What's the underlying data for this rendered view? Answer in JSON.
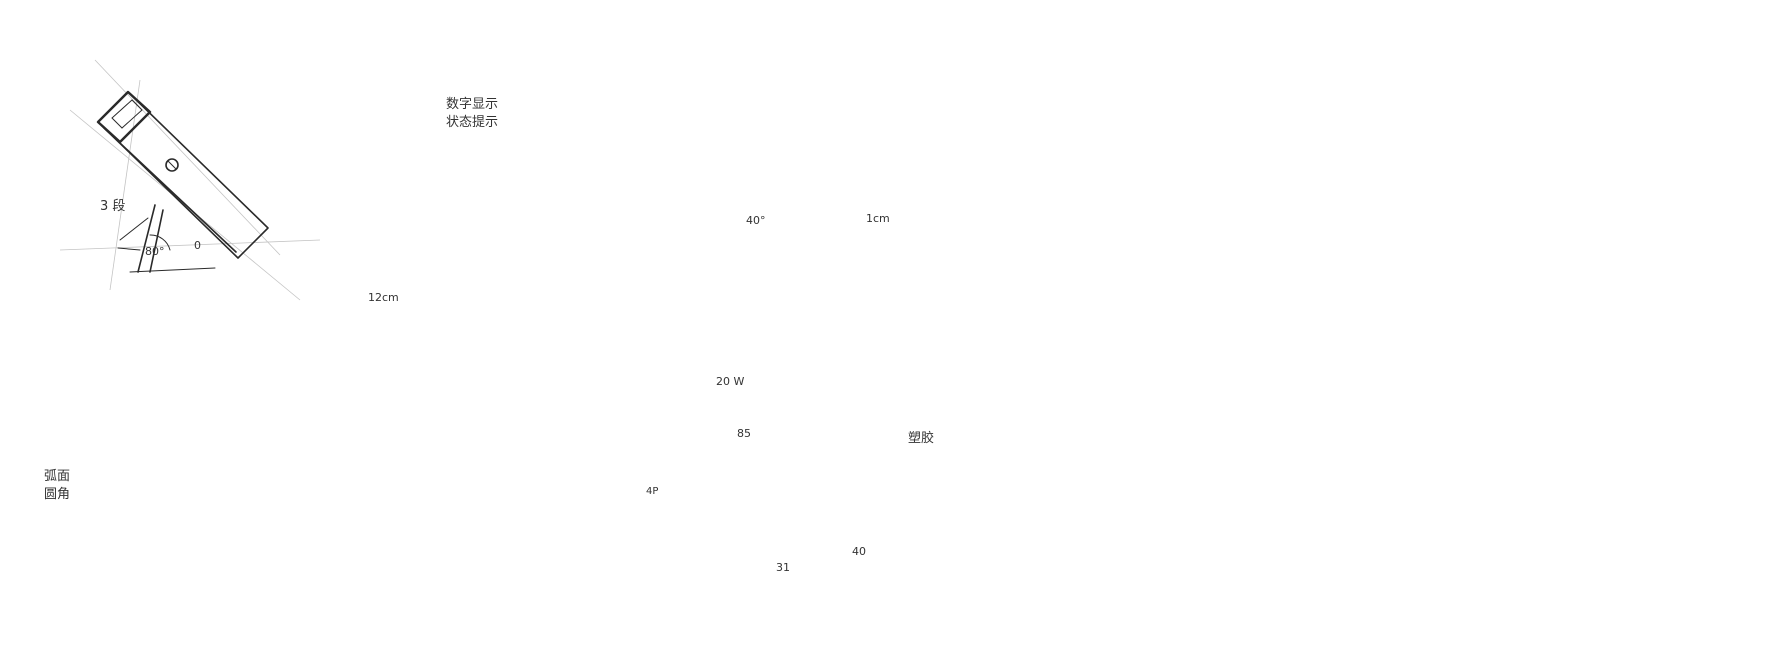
{
  "sheet": {
    "background": "#ffffff",
    "ink": "#2a2a2a",
    "construction_ink": "#bdbdbd",
    "annotations": {
      "display_top": "数字显示",
      "display_bottom": "状态提示",
      "angle_80": "80°",
      "steps": "3 段",
      "zero": "0",
      "length": "12cm",
      "angle_40": "40°",
      "depth_1cm": "1cm",
      "wattage": "20 W",
      "dim_85": "85",
      "material": "塑胶",
      "dim_40": "40",
      "dim_31": "31",
      "surface_top": "弧面",
      "surface_bottom": "圆角",
      "flip_note": "4P"
    }
  }
}
